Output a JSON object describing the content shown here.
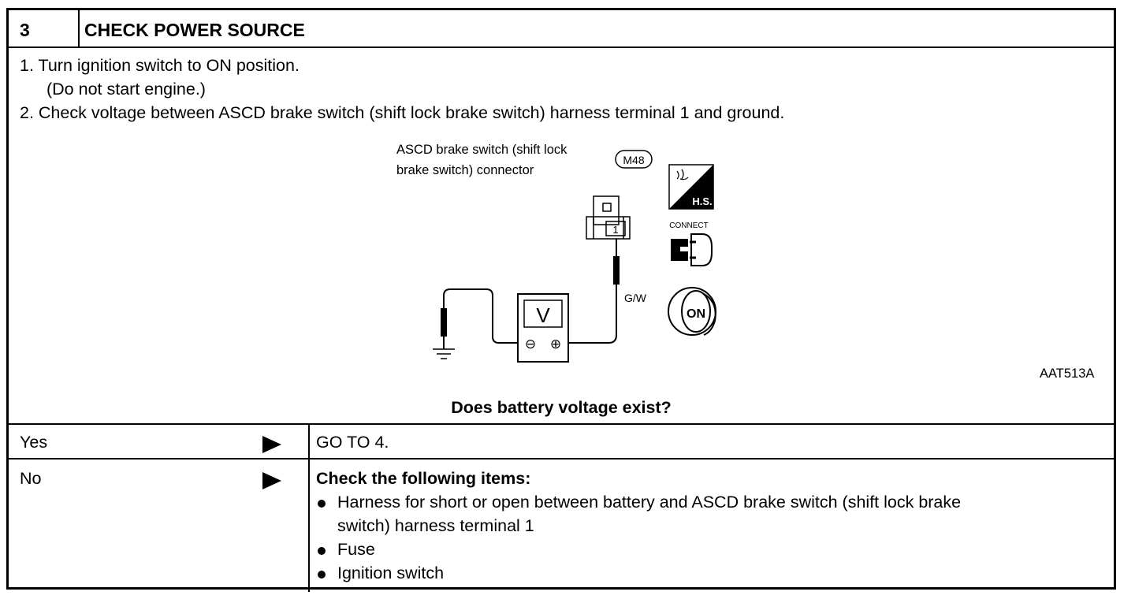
{
  "step": {
    "number": "3",
    "title": "CHECK POWER SOURCE"
  },
  "instructions": {
    "line1": "1.  Turn ignition switch to ON position.",
    "line1_sub": "(Do not start engine.)",
    "line2": "2.  Check voltage between ASCD brake switch (shift lock brake switch) harness terminal 1 and ground."
  },
  "figure": {
    "connector_label_line1": "ASCD brake switch (shift lock",
    "connector_label_line2": "brake switch) connector",
    "connector_code": "M48",
    "terminal": "1",
    "wire_color": "G/W",
    "meter_symbol": "V",
    "minus_symbol": "⊖",
    "plus_symbol": "⊕",
    "hs_label": "H.S.",
    "connect_label": "CONNECT",
    "on_label": "ON",
    "figure_code": "AAT513A"
  },
  "question": "Does battery voltage exist?",
  "answers": {
    "yes": {
      "label": "Yes",
      "action": "GO TO 4."
    },
    "no": {
      "label": "No",
      "action_title": "Check the following items:",
      "items": [
        "Harness for short or open between battery and ASCD brake switch (shift lock brake",
        "switch) harness terminal 1",
        "Fuse",
        "Ignition switch"
      ]
    }
  }
}
